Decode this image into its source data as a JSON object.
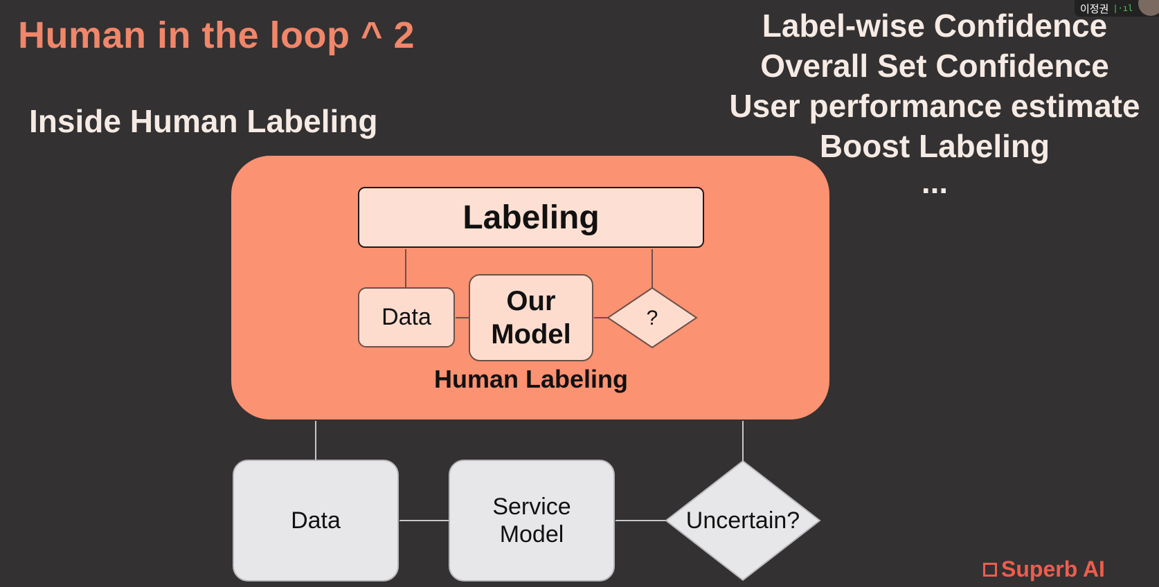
{
  "title": "Human in the loop ^ 2",
  "subtitle": "Inside Human Labeling",
  "right_list": [
    "Label-wise Confidence",
    "Overall Set Confidence",
    "User performance estimate",
    "Boost Labeling",
    "..."
  ],
  "inner_diagram": {
    "labeling": "Labeling",
    "data": "Data",
    "model_line1": "Our",
    "model_line2": "Model",
    "decision": "?",
    "caption": "Human Labeling"
  },
  "outer_diagram": {
    "data": "Data",
    "service_line1": "Service",
    "service_line2": "Model",
    "decision": "Uncertain?"
  },
  "brand": "Superb AI",
  "participant": {
    "name": "이정권",
    "mic_icon": "mic-level-icon"
  },
  "colors": {
    "background": "#333132",
    "accent": "#f0866a",
    "outer_box": "#fb9272",
    "brand": "#ee5d4d"
  }
}
